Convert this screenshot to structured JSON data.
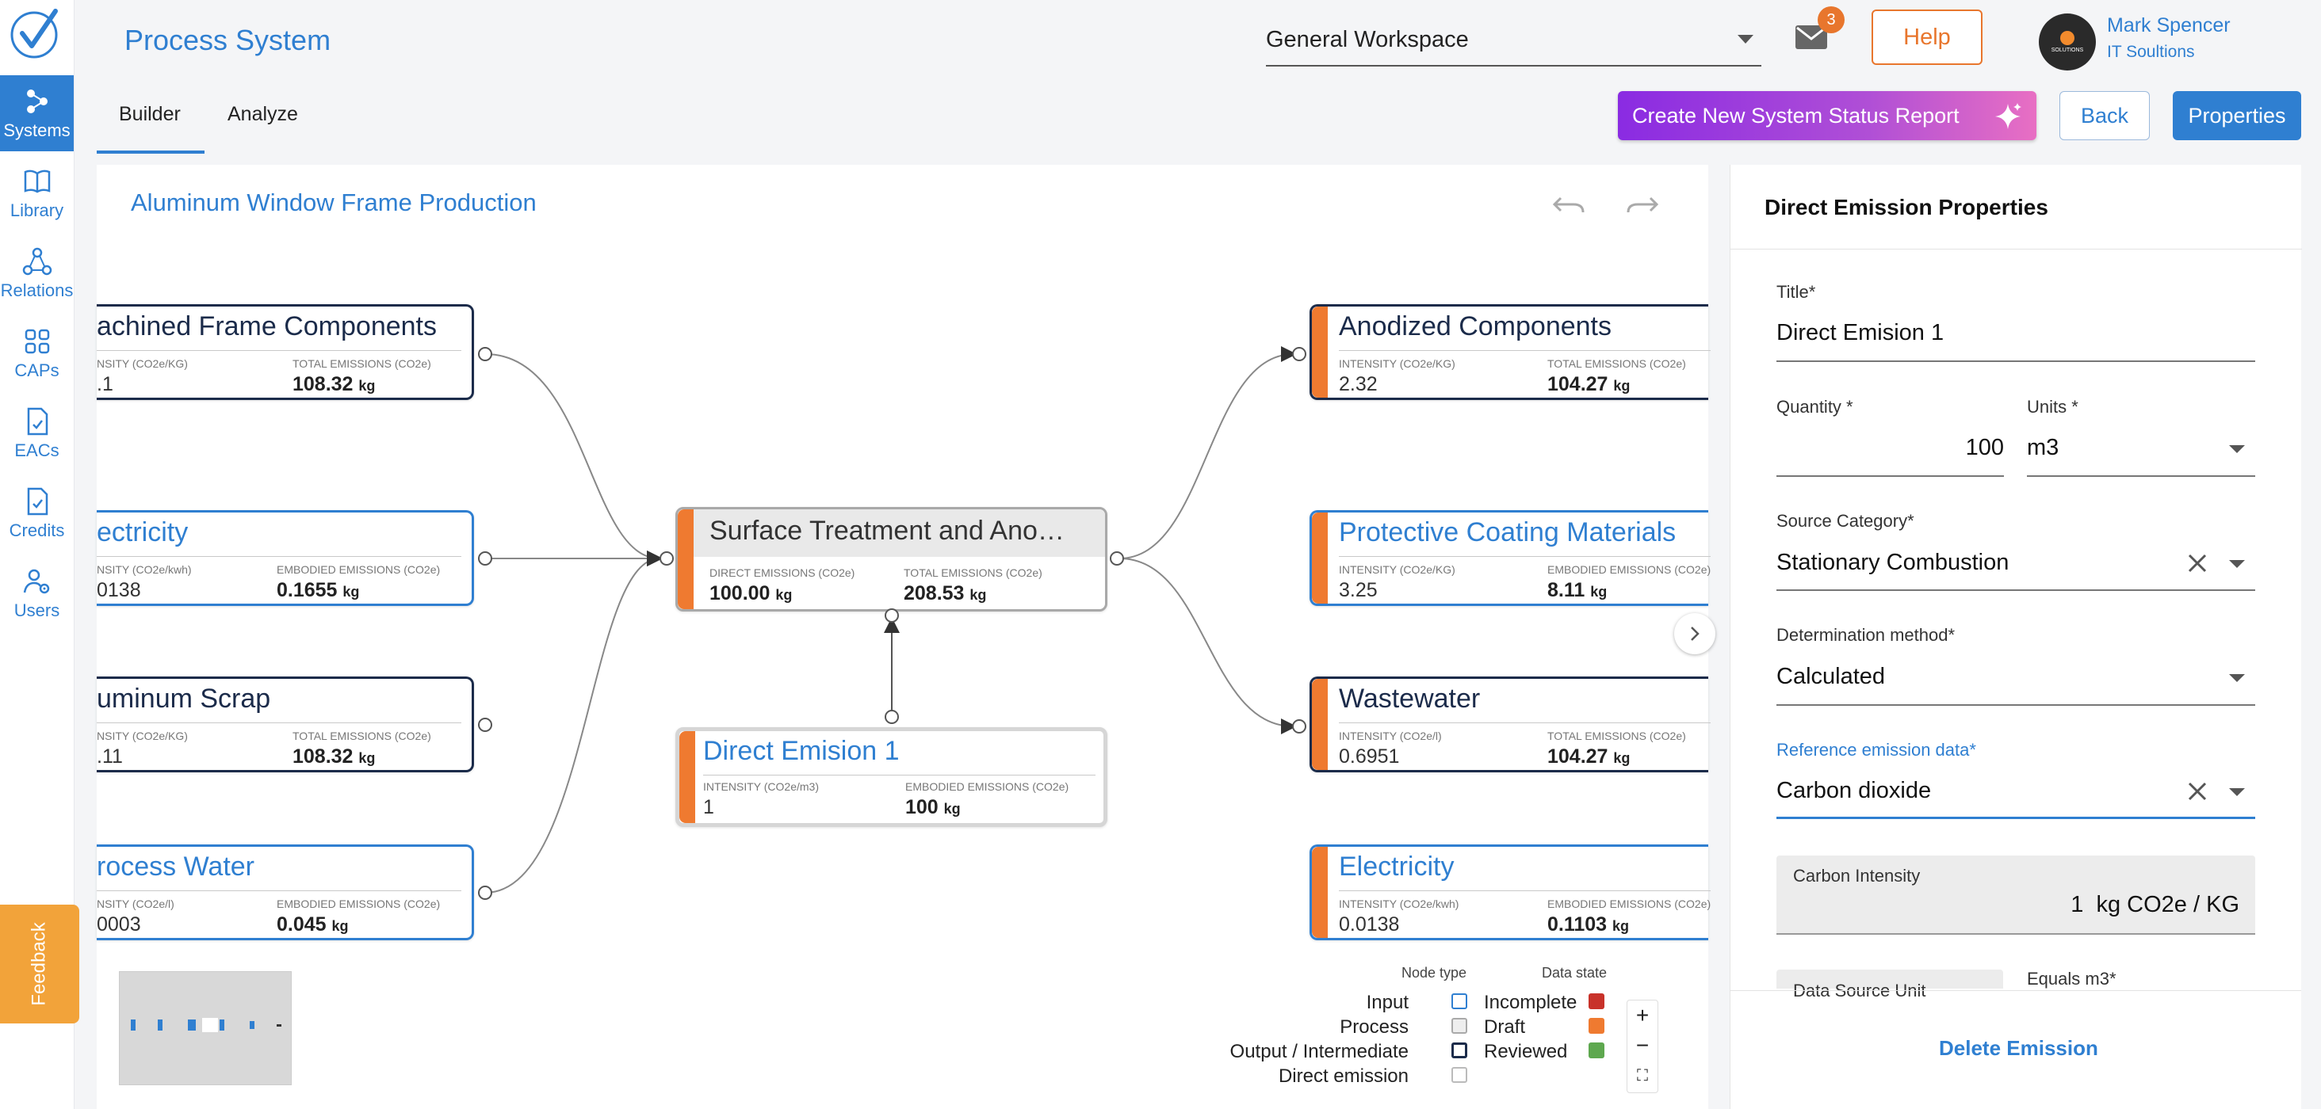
{
  "rail": {
    "items": [
      {
        "label": "Systems",
        "icon": "systems-icon"
      },
      {
        "label": "Library",
        "icon": "book-icon"
      },
      {
        "label": "Relations",
        "icon": "relations-icon"
      },
      {
        "label": "CAPs",
        "icon": "grid-icon"
      },
      {
        "label": "EACs",
        "icon": "document-icon"
      },
      {
        "label": "Credits",
        "icon": "document-check-icon"
      },
      {
        "label": "Users",
        "icon": "users-icon"
      }
    ],
    "feedback_label": "Feedback"
  },
  "header": {
    "app_title": "Process System",
    "workspace": "General Workspace",
    "mail_count": "3",
    "help_label": "Help",
    "user_name": "Mark Spencer",
    "user_org": "IT Soultions",
    "avatar_text": "SOLUTIONS"
  },
  "tabs": [
    "Builder",
    "Analyze"
  ],
  "toolbar": {
    "report_label": "Create New System Status Report",
    "back_label": "Back",
    "properties_label": "Properties"
  },
  "canvas": {
    "title": "Aluminum Window Frame Production",
    "left_nodes": [
      {
        "title": "achined Frame Components",
        "type": "output",
        "lab1": "NSITY (CO2e/KG)",
        "val1": ".1",
        "lab2": "TOTAL EMISSIONS (CO2e)",
        "val2": "108.32",
        "unit2": "kg"
      },
      {
        "title": "ectricity",
        "type": "input",
        "lab1": "NSITY (CO2e/kwh)",
        "val1": "0138",
        "lab2": "EMBODIED EMISSIONS (CO2e)",
        "val2": "0.1655",
        "unit2": "kg"
      },
      {
        "title": "uminum Scrap",
        "type": "output",
        "lab1": "NSITY (CO2e/KG)",
        "val1": ".11",
        "lab2": "TOTAL EMISSIONS (CO2e)",
        "val2": "108.32",
        "unit2": "kg"
      },
      {
        "title": "rocess Water",
        "type": "input",
        "lab1": "NSITY (CO2e/l)",
        "val1": "0003",
        "lab2": "EMBODIED EMISSIONS (CO2e)",
        "val2": "0.045",
        "unit2": "kg"
      }
    ],
    "process": {
      "title": "Surface Treatment and Ano…",
      "lab1": "DIRECT EMISSIONS (CO2e)",
      "val1": "100.00",
      "unit1": "kg",
      "lab2": "TOTAL EMISSIONS (CO2e)",
      "val2": "208.53",
      "unit2": "kg"
    },
    "direct": {
      "title": "Direct Emision 1",
      "lab1": "INTENSITY (CO2e/m3)",
      "val1": "1",
      "lab2": "EMBODIED EMISSIONS (CO2e)",
      "val2": "100",
      "unit2": "kg"
    },
    "right_nodes": [
      {
        "title": "Anodized Components",
        "type": "output",
        "lab1": "INTENSITY (CO2e/KG)",
        "val1": "2.32",
        "lab2": "TOTAL EMISSIONS (CO2e)",
        "val2": "104.27",
        "unit2": "kg"
      },
      {
        "title": "Protective Coating Materials",
        "type": "input",
        "lab1": "INTENSITY (CO2e/KG)",
        "val1": "3.25",
        "lab2": "EMBODIED EMISSIONS (CO2e)",
        "val2": "8.11",
        "unit2": "kg"
      },
      {
        "title": "Wastewater",
        "type": "output",
        "lab1": "INTENSITY (CO2e/l)",
        "val1": "0.6951",
        "lab2": "TOTAL EMISSIONS (CO2e)",
        "val2": "104.27",
        "unit2": "kg"
      },
      {
        "title": "Electricity",
        "type": "input",
        "lab1": "INTENSITY (CO2e/kwh)",
        "val1": "0.0138",
        "lab2": "EMBODIED EMISSIONS (CO2e)",
        "val2": "0.1103",
        "unit2": "kg"
      }
    ],
    "legend": {
      "node_type_title": "Node type",
      "data_state_title": "Data state",
      "node_types": [
        "Input",
        "Process",
        "Output / Intermediate",
        "Direct emission"
      ],
      "data_states": [
        {
          "label": "Incomplete",
          "color": "#c8322a"
        },
        {
          "label": "Draft",
          "color": "#ef7a30"
        },
        {
          "label": "Reviewed",
          "color": "#5ea84f"
        }
      ]
    },
    "zoom": [
      "+",
      "−",
      "⛶"
    ]
  },
  "panel": {
    "title": "Direct Emission Properties",
    "title_label": "Title",
    "title_value": "Direct Emision 1",
    "quantity_label": "Quantity *",
    "quantity_value": "100",
    "units_label": "Units *",
    "units_value": "m3",
    "source_label": "Source Category",
    "source_value": "Stationary Combustion",
    "method_label": "Determination method",
    "method_value": "Calculated",
    "reference_label": "Reference emission data",
    "reference_value": "Carbon dioxide",
    "ci_label": "Carbon Intensity",
    "ci_value": "1",
    "ci_unit": "kg CO2e / KG",
    "ds_label": "Data Source Unit",
    "equals_label": "Equals m3",
    "delete_label": "Delete Emission"
  },
  "colors": {
    "accent": "#2f7fd1",
    "draft": "#ef7a30",
    "help": "#e8762d"
  }
}
